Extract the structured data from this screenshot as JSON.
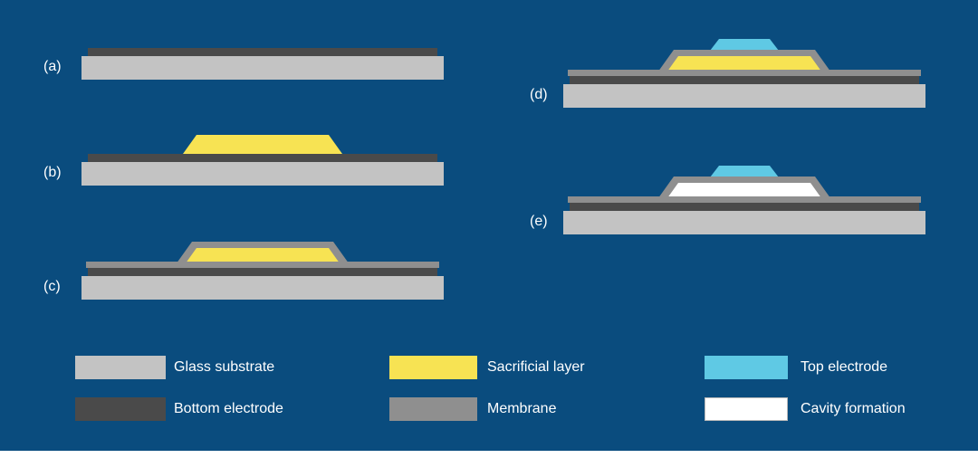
{
  "colors": {
    "background": "#0a4c7e",
    "text": "#ffffff",
    "glass_substrate": "#c3c3c3",
    "bottom_electrode": "#4a4a4a",
    "sacrificial_layer": "#f7e353",
    "membrane": "#8f8f8f",
    "top_electrode": "#5fc9e4",
    "cavity": "#ffffff",
    "footer_strip": "#ffffff"
  },
  "panels": {
    "a": {
      "label": "(a)",
      "layers": [
        "bottom-electrode",
        "glass-substrate"
      ]
    },
    "b": {
      "label": "(b)",
      "layers": [
        "sacrificial-layer",
        "bottom-electrode",
        "glass-substrate"
      ]
    },
    "c": {
      "label": "(c)",
      "layers": [
        "membrane",
        "sacrificial-layer",
        "bottom-electrode",
        "glass-substrate"
      ]
    },
    "d": {
      "label": "(d)",
      "layers": [
        "top-electrode",
        "membrane",
        "sacrificial-layer",
        "bottom-electrode",
        "glass-substrate"
      ]
    },
    "e": {
      "label": "(e)",
      "layers": [
        "top-electrode",
        "membrane",
        "cavity",
        "bottom-electrode",
        "glass-substrate"
      ]
    }
  },
  "legend": {
    "items": [
      {
        "label": "Glass substrate",
        "color_key": "glass_substrate"
      },
      {
        "label": "Bottom electrode",
        "color_key": "bottom_electrode"
      },
      {
        "label": "Sacrificial layer",
        "color_key": "sacrificial_layer"
      },
      {
        "label": "Membrane",
        "color_key": "membrane"
      },
      {
        "label": "Top electrode",
        "color_key": "top_electrode"
      },
      {
        "label": "Cavity formation",
        "color_key": "cavity"
      }
    ]
  }
}
